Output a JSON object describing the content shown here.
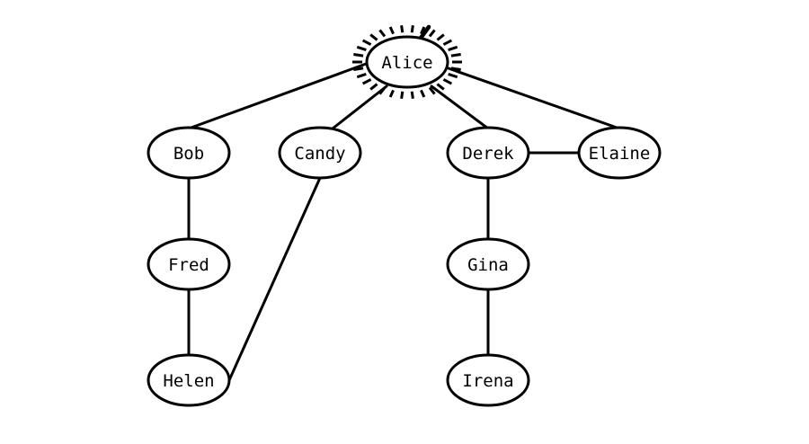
{
  "diagram": {
    "type": "graph",
    "highlighted_node": "alice",
    "colors": {
      "stroke": "#000000",
      "fill": "#ffffff"
    },
    "nodes": [
      {
        "id": "alice",
        "label": "Alice"
      },
      {
        "id": "bob",
        "label": "Bob"
      },
      {
        "id": "candy",
        "label": "Candy"
      },
      {
        "id": "derek",
        "label": "Derek"
      },
      {
        "id": "elaine",
        "label": "Elaine"
      },
      {
        "id": "fred",
        "label": "Fred"
      },
      {
        "id": "gina",
        "label": "Gina"
      },
      {
        "id": "helen",
        "label": "Helen"
      },
      {
        "id": "irena",
        "label": "Irena"
      }
    ],
    "edges": [
      {
        "from": "alice",
        "to": "bob"
      },
      {
        "from": "alice",
        "to": "candy"
      },
      {
        "from": "alice",
        "to": "derek"
      },
      {
        "from": "alice",
        "to": "elaine"
      },
      {
        "from": "derek",
        "to": "elaine"
      },
      {
        "from": "bob",
        "to": "fred"
      },
      {
        "from": "fred",
        "to": "helen"
      },
      {
        "from": "candy",
        "to": "helen"
      },
      {
        "from": "derek",
        "to": "gina"
      },
      {
        "from": "gina",
        "to": "irena"
      }
    ],
    "highlight_icons": [
      "checkmark-icon",
      "starburst-icon"
    ]
  }
}
